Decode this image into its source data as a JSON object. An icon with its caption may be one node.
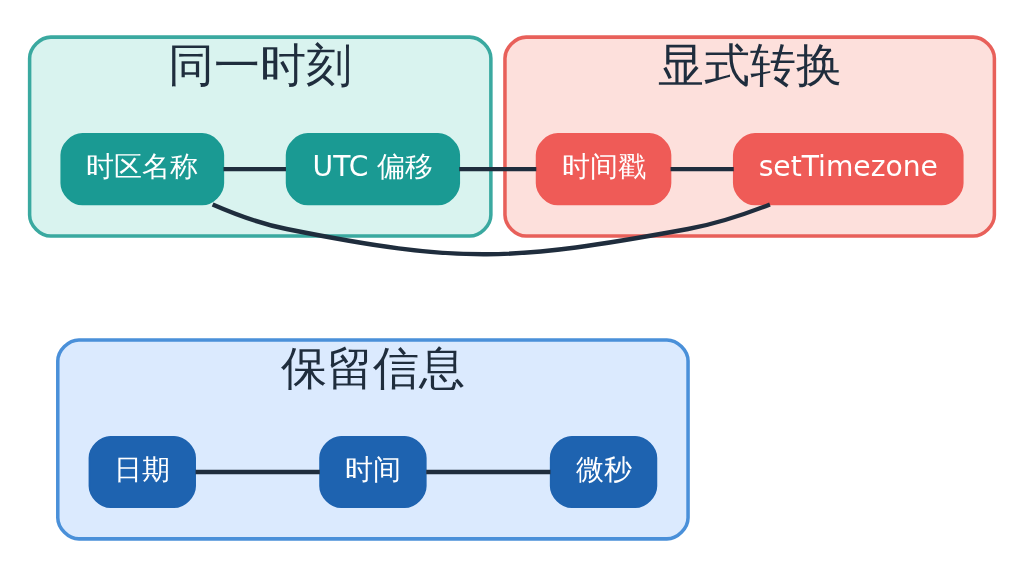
{
  "diagram": {
    "nodes": [
      {
        "text": [
          "保留信息"
        ]
      },
      {
        "text": [
          "日期"
        ],
        "in": 0
      },
      {
        "text": [
          "时间"
        ],
        "in": 0
      },
      {
        "text": [
          "微秒"
        ],
        "in": 0
      },
      {
        "text": [
          "同一时刻"
        ]
      },
      {
        "text": [
          "时区名称"
        ],
        "in": 4
      },
      {
        "text": [
          "UTC 偏移"
        ],
        "in": 4
      },
      {
        "text": [
          "显式转换"
        ]
      },
      {
        "text": [
          "时间戳"
        ],
        "in": 7
      },
      {
        "text": [
          "setTimezone"
        ],
        "in": 7
      }
    ],
    "edges": [
      {
        "from": 1,
        "to": 2,
        "arrow": "none"
      },
      {
        "from": 2,
        "to": 3,
        "arrow": "none"
      },
      {
        "from": 5,
        "to": 6,
        "arrow": "none"
      },
      {
        "from": 6,
        "to": 8,
        "arrow": "none"
      },
      {
        "from": 8,
        "to": 9,
        "arrow": "none"
      },
      {
        "from": 5,
        "to": 9,
        "arrow": "none"
      }
    ]
  }
}
